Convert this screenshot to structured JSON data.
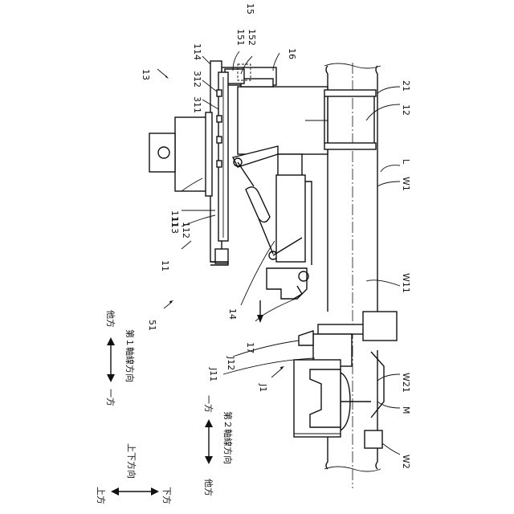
{
  "labels": {
    "n13": "13",
    "n15": "15",
    "n151": "151",
    "n152": "152",
    "n16": "16",
    "n114": "114",
    "n312": "312",
    "n311": "311",
    "n21": "21",
    "n12": "12",
    "nL": "L",
    "nW1": "W1",
    "n111": "111",
    "n113": "113",
    "n112": "112",
    "n11": "11",
    "nW11": "W11",
    "n51": "51",
    "n14": "14",
    "n17": "17",
    "nJ12": "J12",
    "nJ11": "J11",
    "nJ1": "J1",
    "nW21": "W21",
    "nM": "M",
    "nW2": "W2"
  },
  "directions": {
    "first_axis": "第１軸線方向",
    "second_axis": "第２軸線方向",
    "vertical": "上下方向",
    "one_side": "一方",
    "other_side": "他方",
    "up": "上方",
    "down": "下方"
  }
}
